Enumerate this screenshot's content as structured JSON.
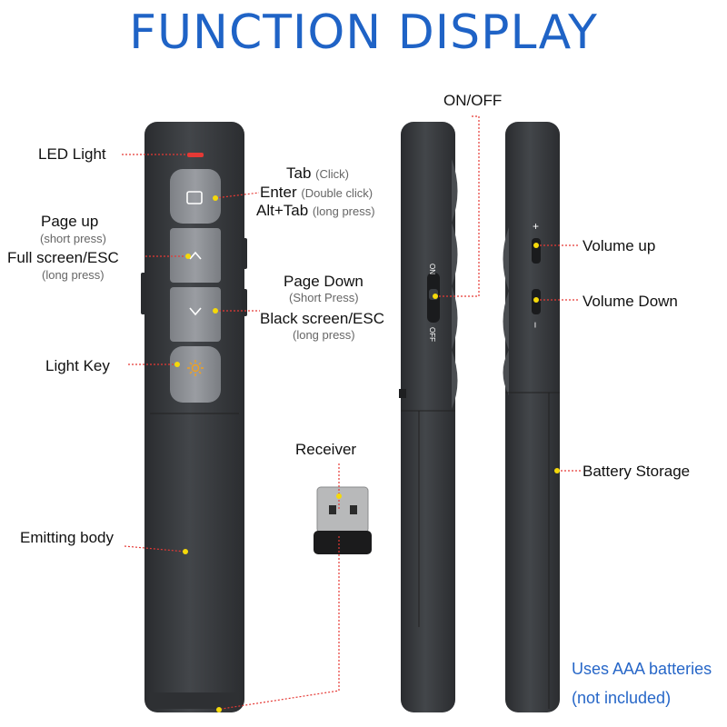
{
  "title": "FUNCTION DISPLAY",
  "labels": {
    "led_light": "LED Light",
    "page_up": "Page up",
    "page_up_sub": "(short press)",
    "full_screen": "Full screen/ESC",
    "full_screen_sub": "(long press)",
    "light_key": "Light Key",
    "emitting_body": "Emitting body",
    "tab": "Tab",
    "tab_sub": "(Click)",
    "enter": "Enter",
    "enter_sub": "(Double click)",
    "alt_tab": "Alt+Tab",
    "alt_tab_sub": "(long press)",
    "page_down": "Page Down",
    "page_down_sub": "(Short Press)",
    "black_screen": "Black screen/ESC",
    "black_screen_sub": "(long press)",
    "receiver": "Receiver",
    "on_off": "ON/OFF",
    "switch_on": "ON",
    "switch_off": "OFF",
    "volume_up": "Volume up",
    "volume_down": "Volume Down",
    "vol_plus": "+",
    "vol_minus": "−",
    "battery_storage": "Battery Storage",
    "batteries_line1": "Uses AAA batteries",
    "batteries_line2": "(not included)"
  },
  "colors": {
    "title": "#1f63c6",
    "leader_line": "#e53935",
    "marker": "#f5d90a",
    "body": "#35383c",
    "button_face": "#8e9196"
  },
  "icons": {
    "tab_button": "square-icon",
    "page_up_button": "chevron-up-icon",
    "page_down_button": "chevron-down-icon",
    "light_button": "sun-icon"
  }
}
